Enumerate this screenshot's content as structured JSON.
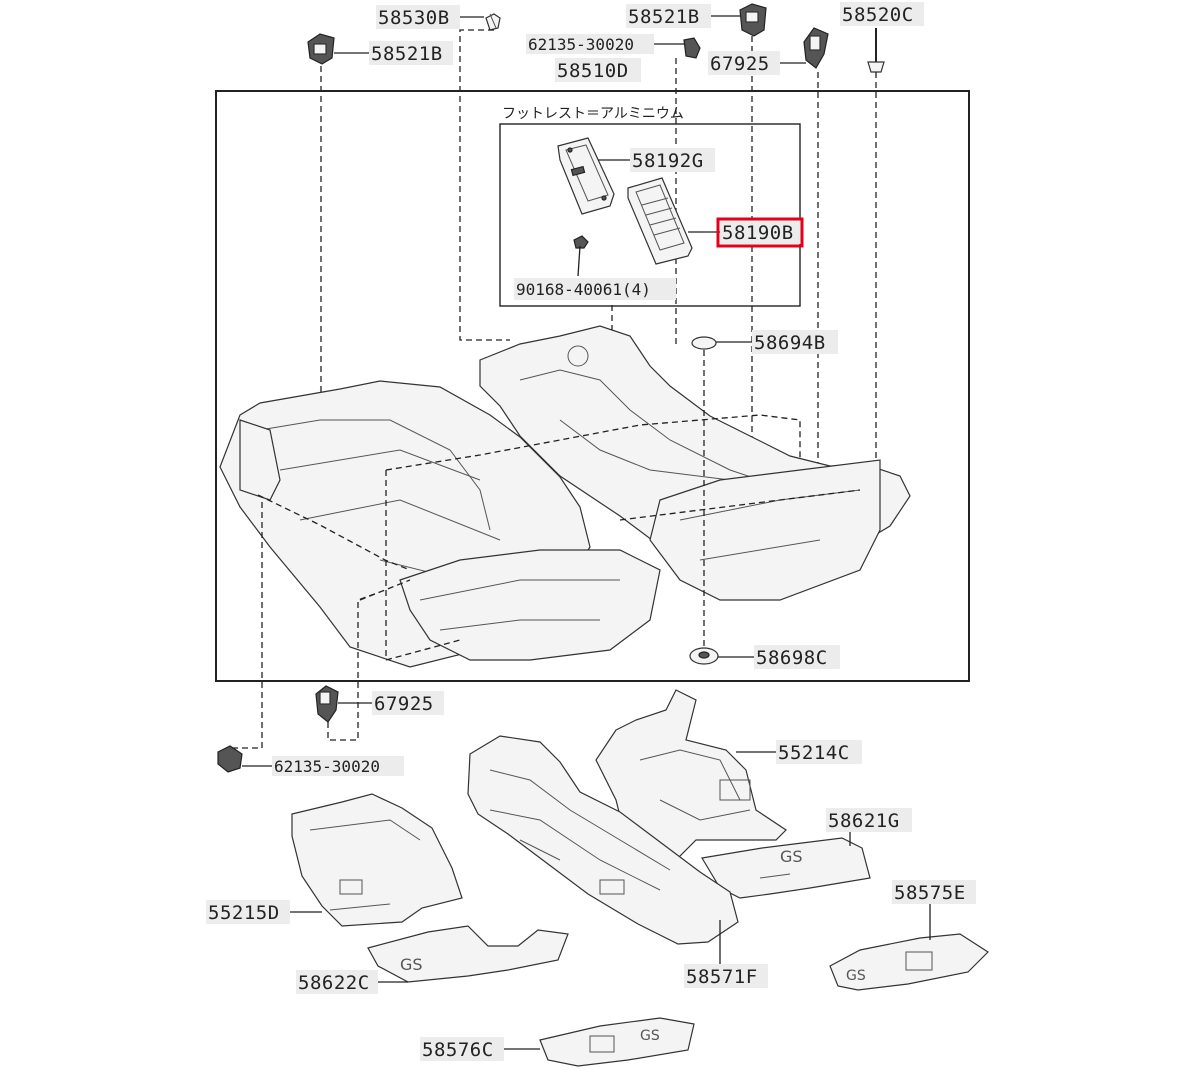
{
  "diagram": {
    "note": "フットレスト＝アルミニウム",
    "highlight_color": "#e3001b",
    "highlighted_part": "58190B",
    "parts": {
      "p58530B": "58530B",
      "p58521B_left": "58521B",
      "p58521B_top": "58521B",
      "p58520C": "58520C",
      "p62135_top": "62135-30020",
      "p67925_top": "67925",
      "p58510D": "58510D",
      "p58192G": "58192G",
      "p58190B": "58190B",
      "p90168": "90168-40061(4)",
      "p58694B": "58694B",
      "p58698C": "58698C",
      "p67925_bottom": "67925",
      "p62135_bottom": "62135-30020",
      "p55214C": "55214C",
      "p58621G": "58621G",
      "p55215D": "55215D",
      "p58575E": "58575E",
      "p58622C": "58622C",
      "p58571F": "58571F",
      "p58576C": "58576C"
    }
  }
}
